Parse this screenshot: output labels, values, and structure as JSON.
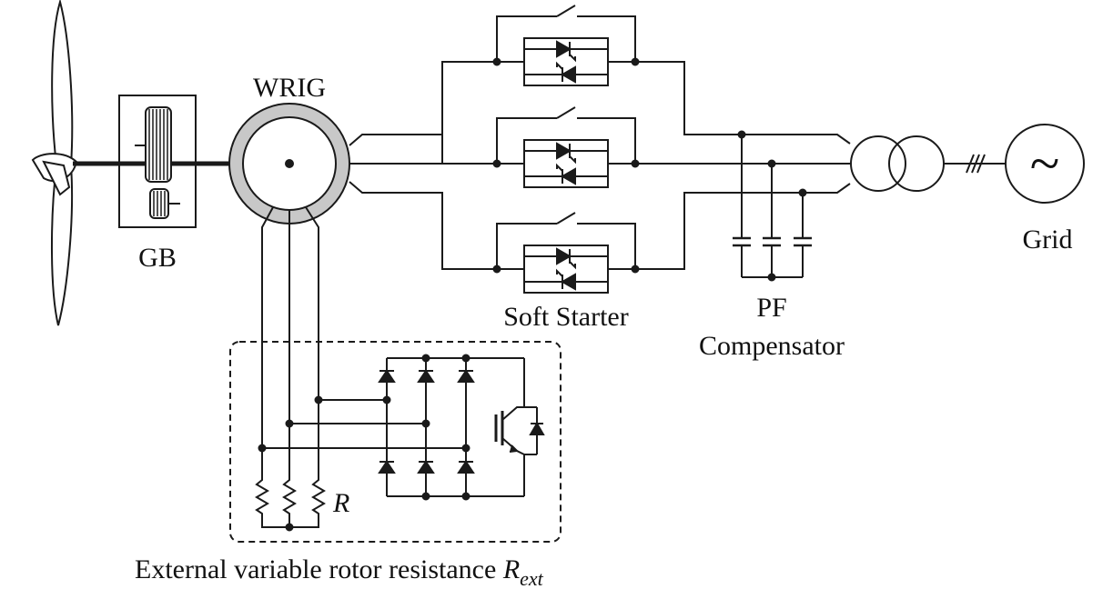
{
  "labels": {
    "generator": "WRIG",
    "gearbox": "GB",
    "soft_starter": "Soft Starter",
    "pf_line1": "PF",
    "pf_line2": "Compensator",
    "grid": "Grid",
    "grid_symbol": "~",
    "resistor": "R",
    "caption_main": "External variable rotor resistance ",
    "caption_symbol": "R",
    "caption_sub": "ext"
  },
  "colors": {
    "line": "#1a1a1a",
    "ring": "#c8c8c8"
  }
}
